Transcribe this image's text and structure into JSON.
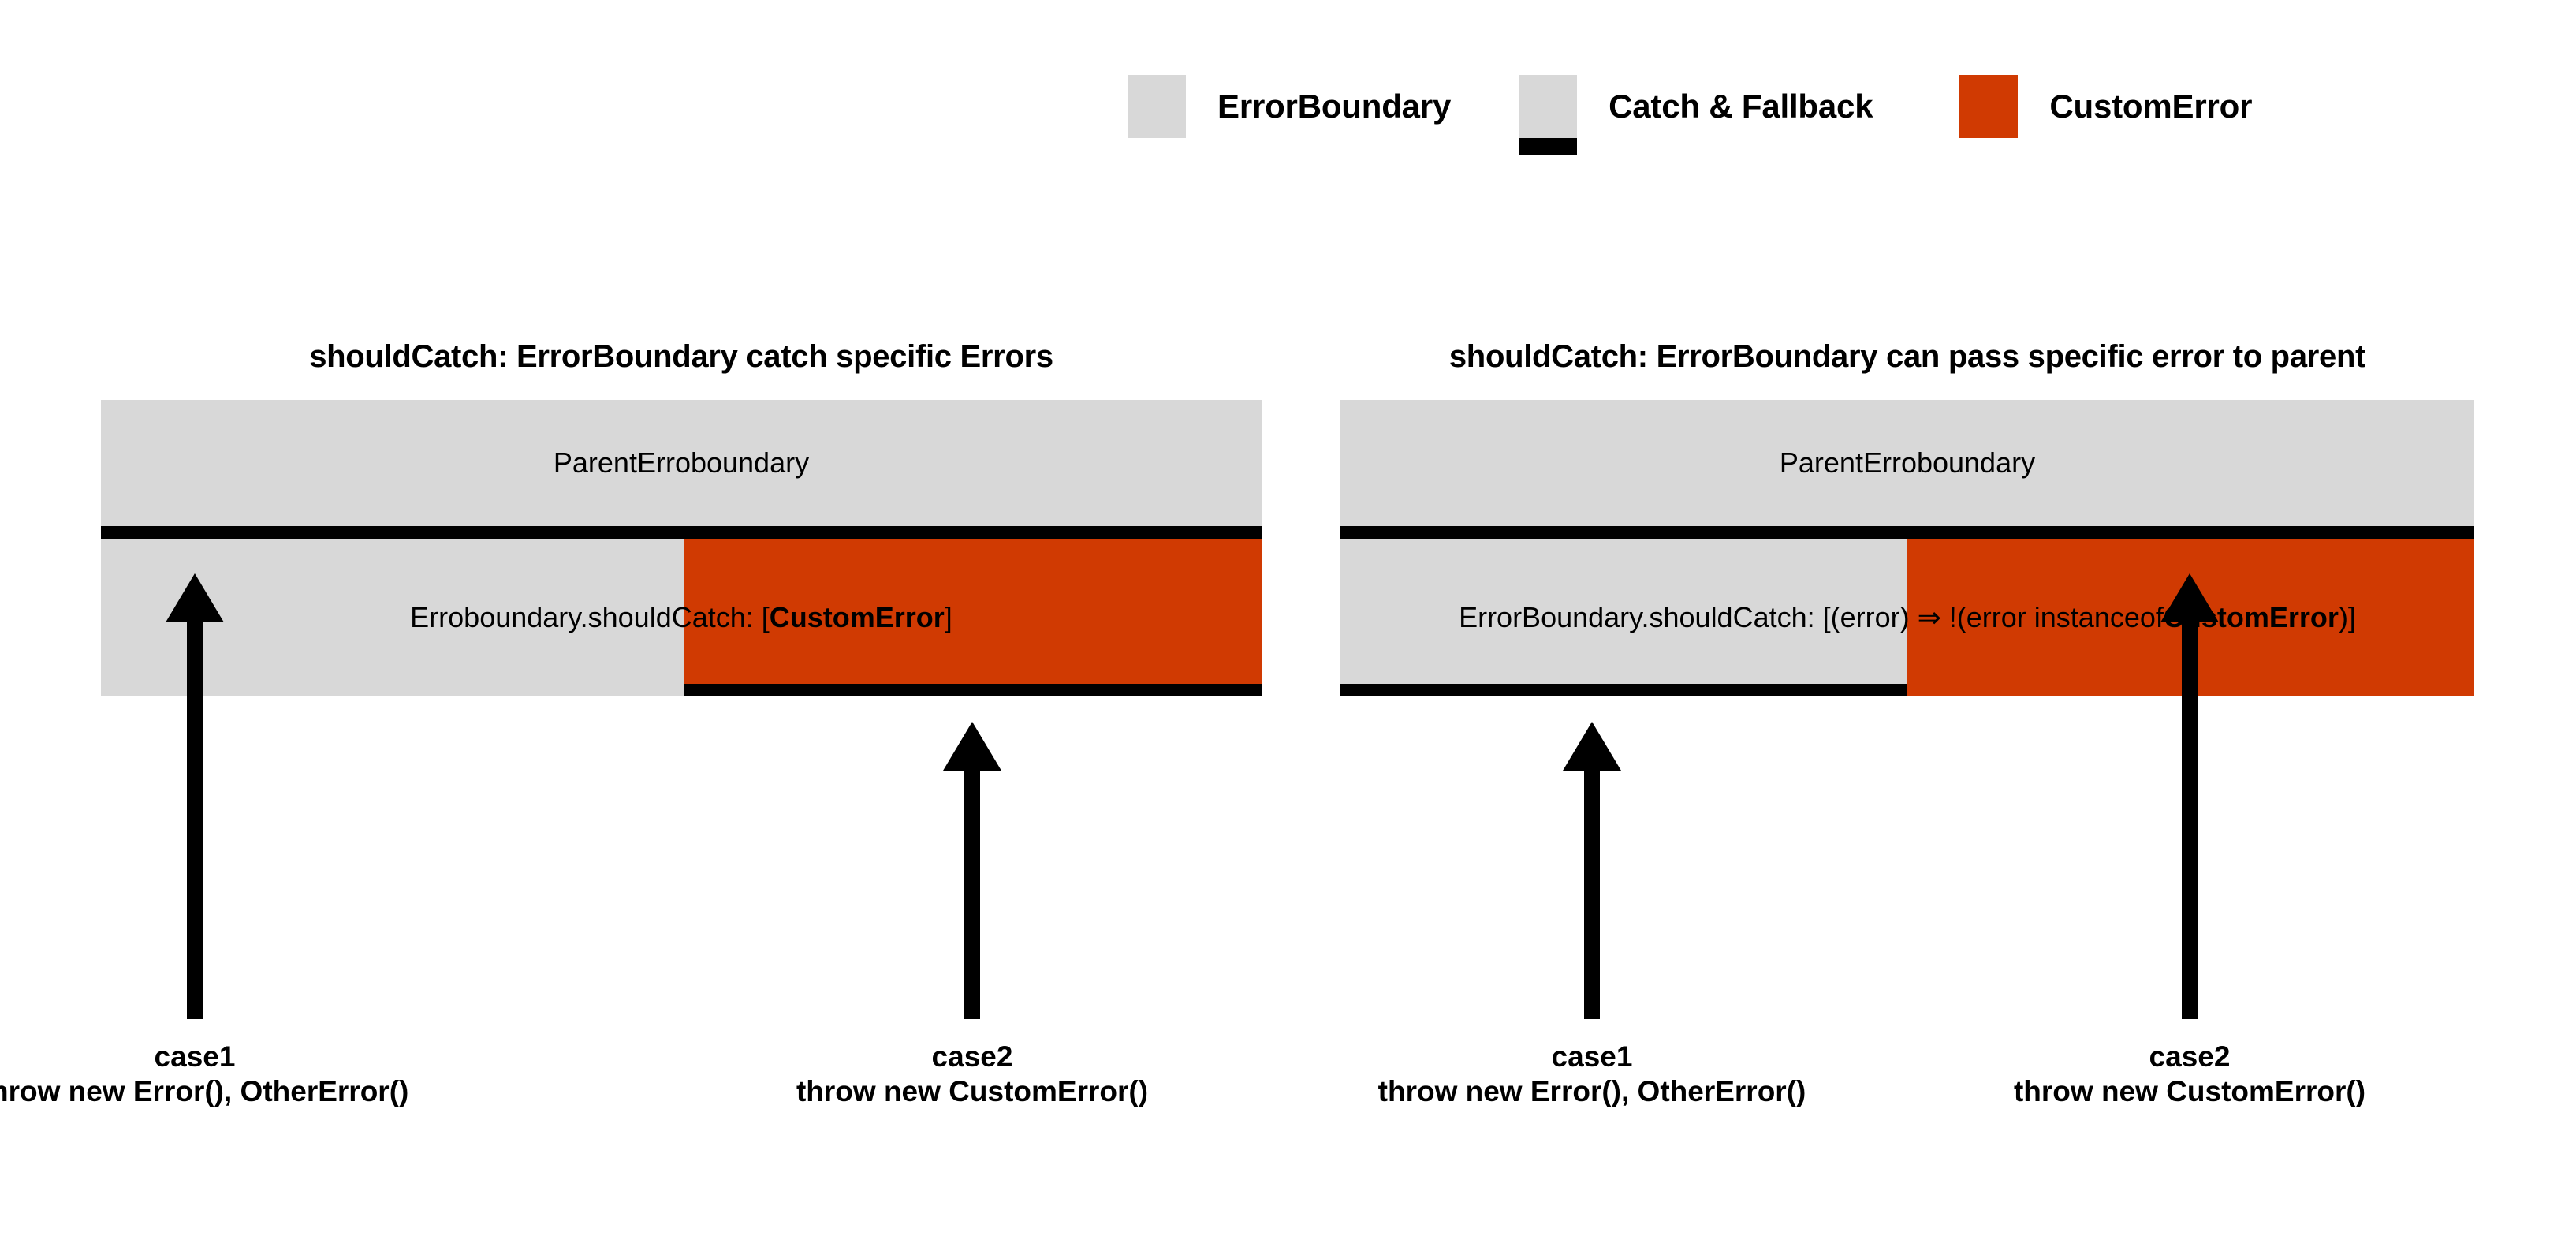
{
  "legend": {
    "items": [
      {
        "label": "ErrorBoundary",
        "swatch": "gray",
        "icon": "gray-square-icon"
      },
      {
        "label": "Catch & Fallback",
        "swatch": "gray-bar",
        "icon": "gray-square-black-bar-icon"
      },
      {
        "label": "CustomError",
        "swatch": "orange",
        "icon": "orange-square-icon"
      }
    ]
  },
  "colors": {
    "gray": "#d8d8d8",
    "orange": "#d03a02",
    "black": "#000000",
    "background": "#ffffff"
  },
  "panels": [
    {
      "id": "left",
      "title": "shouldCatch: ErrorBoundary catch specific Errors",
      "parent_label": "ParentErroboundary",
      "child_text_plain": "Erroboundary.shouldCatch: [",
      "child_text_bold": "CustomError",
      "child_text_tail": "]",
      "arrows": [
        {
          "name": "case1",
          "title": "case1",
          "detail": "throw new Error(), OtherError()"
        },
        {
          "name": "case2",
          "title": "case2",
          "detail": "throw new CustomError()"
        }
      ]
    },
    {
      "id": "right",
      "title": "shouldCatch: ErrorBoundary can pass specific error to parent",
      "parent_label": "ParentErroboundary",
      "child_text_plain": "ErrorBoundary.shouldCatch: [(error) ⇒ !(error instanceof ",
      "child_text_bold": "CustomError",
      "child_text_tail": ")]",
      "arrows": [
        {
          "name": "case1",
          "title": "case1",
          "detail": "throw new Error(), OtherError()"
        },
        {
          "name": "case2",
          "title": "case2",
          "detail": "throw new CustomError()"
        }
      ]
    }
  ]
}
